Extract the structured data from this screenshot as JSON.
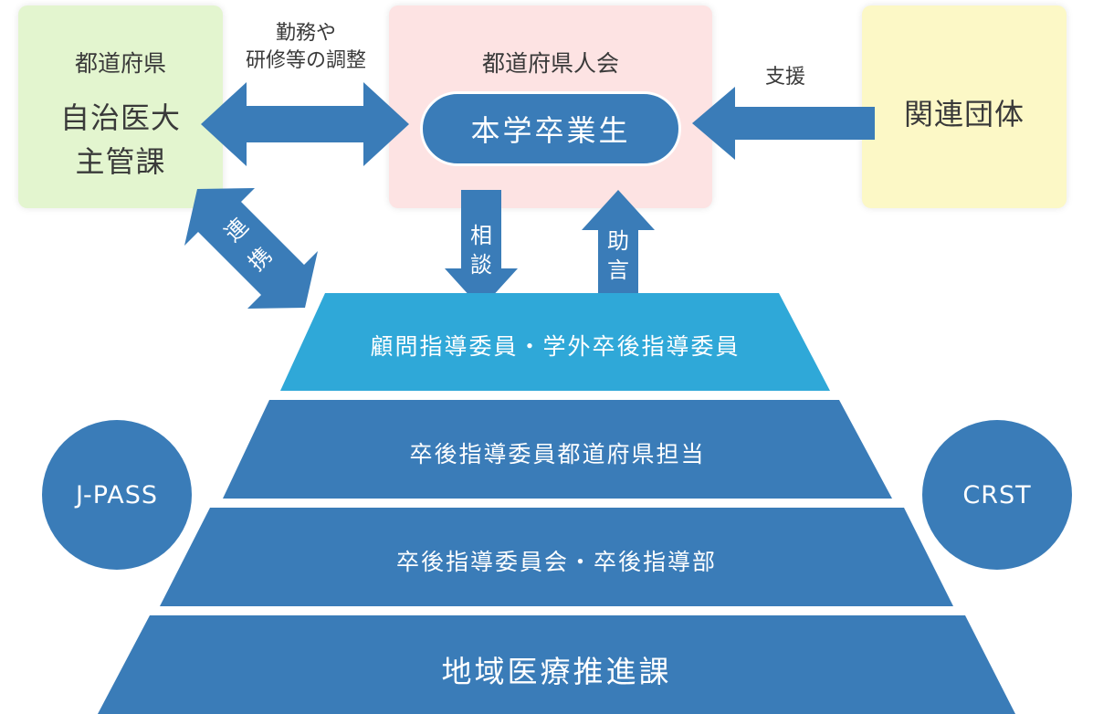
{
  "prefecture_box": {
    "line1": "都道府県",
    "line2": "自治医大",
    "line3": "主管課"
  },
  "alumni_box": {
    "title": "都道府県人会",
    "pill": "本学卒業生"
  },
  "related_box": {
    "title": "関連団体"
  },
  "labels": {
    "coordination_line1": "勤務や",
    "coordination_line2": "研修等の調整",
    "support": "支援",
    "cooperation_1": "連",
    "cooperation_2": "携",
    "consult_1": "相",
    "consult_2": "談",
    "advice_1": "助",
    "advice_2": "言"
  },
  "pyramid": {
    "tier1": "顧問指導委員・学外卒後指導委員",
    "tier2": "卒後指導委員都道府県担当",
    "tier3": "卒後指導委員会・卒後指導部",
    "tier4": "地域医療推進課"
  },
  "circles": {
    "left": "J-PASS",
    "right": "CRST"
  },
  "colors": {
    "prefecture_bg": "#e3f5cf",
    "alumni_bg": "#fde3e3",
    "related_bg": "#fcf8c6",
    "arrow": "#3a7cb8",
    "tier_top": "#2fa8d8",
    "tier": "#3a7cb8"
  }
}
